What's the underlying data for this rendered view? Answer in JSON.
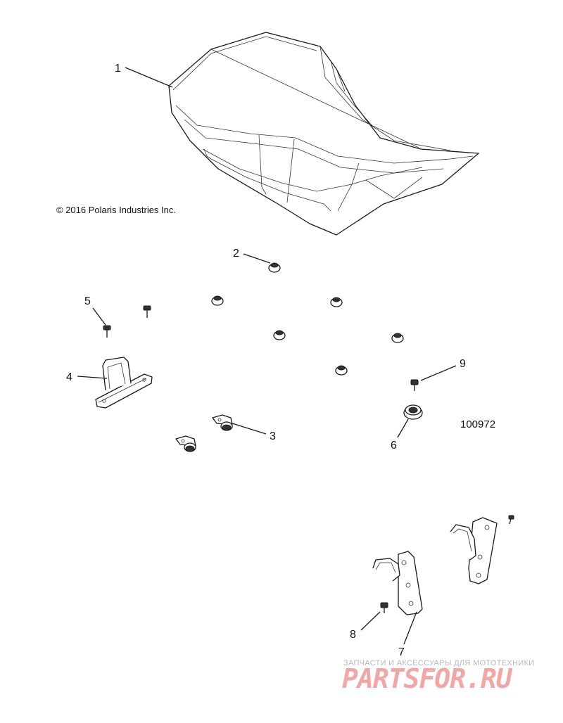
{
  "copyright": "© 2016 Polaris Industries Inc.",
  "figure_number": "100972",
  "watermark": {
    "tagline": "ЗАПЧАСТИ И АКСЕССУАРЫ ДЛЯ МОТОТЕХНИКИ",
    "logo_text": "PARTSFOR.RU"
  },
  "callouts": [
    "1",
    "2",
    "3",
    "4",
    "5",
    "6",
    "7",
    "8",
    "9"
  ]
}
